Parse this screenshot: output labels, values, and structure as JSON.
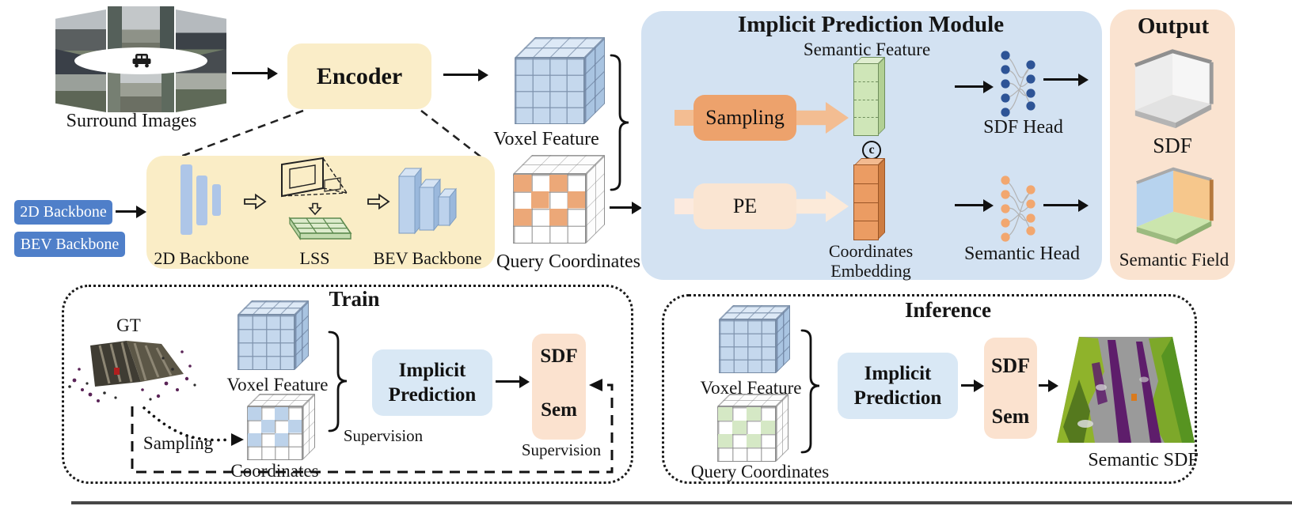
{
  "pipeline": {
    "surround_images_label": "Surround Images",
    "encoder_label": "Encoder",
    "backbone_badges": [
      "2D Backbone",
      "BEV Backbone"
    ],
    "encoder_detail": {
      "backbone2d_label": "2D Backbone",
      "lss_label": "LSS",
      "bev_label": "BEV Backbone"
    },
    "voxel_feature_label": "Voxel Feature",
    "query_coordinates_label": "Query Coordinates"
  },
  "module": {
    "title": "Implicit Prediction Module",
    "semantic_feature_label": "Semantic Feature",
    "sampling_label": "Sampling",
    "pe_label": "PE",
    "concat_symbol": "c",
    "coordinates_embedding": [
      "Coordinates",
      "Embedding"
    ],
    "sdf_head_label": "SDF Head",
    "semantic_head_label": "Semantic Head"
  },
  "output": {
    "title": "Output",
    "sdf_label": "SDF",
    "semantic_field_label": "Semantic Field"
  },
  "train": {
    "title": "Train",
    "gt_label": "GT",
    "voxel_feature_label": "Voxel Feature",
    "coordinates_label": "Coordinates",
    "sampling_label": "Sampling",
    "supervision_feature_label": "Supervision",
    "implicit_prediction": [
      "Implicit",
      "Prediction"
    ],
    "sdf_label": "SDF",
    "sem_label": "Sem",
    "supervision_output_label": "Supervision"
  },
  "inference": {
    "title": "Inference",
    "voxel_feature_label": "Voxel Feature",
    "query_coordinates_label": "Query Coordinates",
    "implicit_prediction": [
      "Implicit",
      "Prediction"
    ],
    "sdf_label": "SDF",
    "sem_label": "Sem",
    "semantic_sdf_label": "Semantic SDF"
  },
  "colors": {
    "module_bg": "#d3e2f2",
    "output_bg": "#fae3d0",
    "encoder_bg": "#faedc8",
    "detail_bg": "#faedc6",
    "sampling_bg": "#eda26c",
    "sampling_arrow": "#f3bd92",
    "pe_bg": "#fae5d2",
    "pe_arrow": "#fcead9",
    "badge_bg": "#4f7fc9",
    "voxel_blue": "#c5d8ed",
    "query_orange": "#eca878",
    "semantic_green": "#cfe6b8",
    "embedding_orange": "#eb9c63",
    "sdf_head_blue": "#2e5496",
    "semantic_head_orange": "#f2a76f",
    "implicit_box_bg": "#d9e8f5",
    "sdf_sem_bg": "#fbe2cf"
  }
}
